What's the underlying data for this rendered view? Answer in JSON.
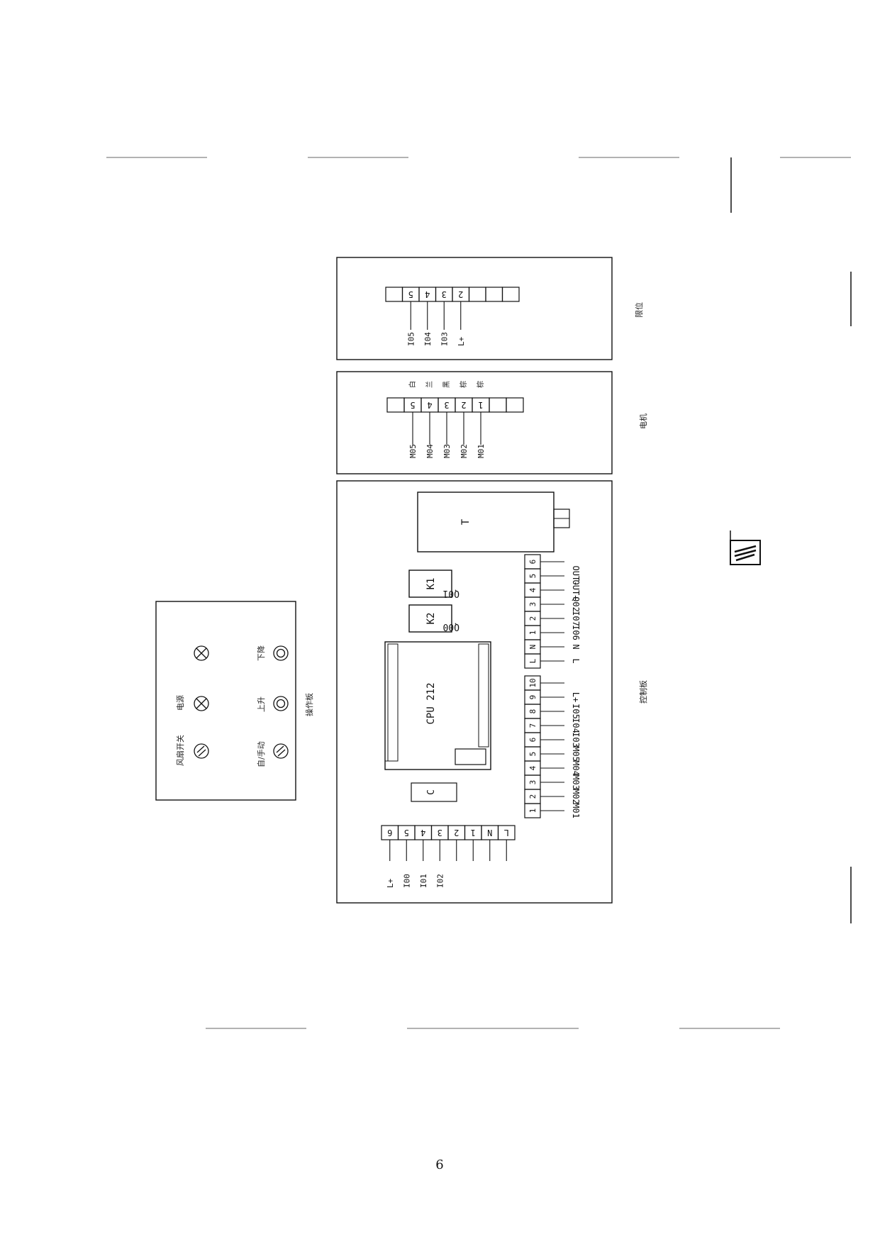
{
  "limit_panel": {
    "caption": "限位",
    "terminals": [
      "",
      "5",
      "4",
      "3",
      "2",
      "",
      "",
      ""
    ],
    "signals": [
      "I05",
      "I04",
      "I03",
      "L+"
    ]
  },
  "motor_panel": {
    "caption": "电机",
    "terminals": [
      "",
      "5",
      "4",
      "3",
      "2",
      "1",
      "",
      ""
    ],
    "wire_colors": [
      "白",
      "兰",
      "黑",
      "棕",
      "棕"
    ],
    "signals": [
      "M05",
      "M04",
      "M03",
      "M02",
      "M01"
    ]
  },
  "control_panel": {
    "caption": "控制板",
    "transformer": "T",
    "relay_k1": "K1",
    "relay_k2": "K2",
    "relay_k1_output": "Q01",
    "relay_k2_output": "Q00",
    "cpu": "CPU 212",
    "capacitor": "C",
    "upper_strip": {
      "terminals": [
        "L",
        "N",
        "1",
        "2",
        "3",
        "4",
        "5",
        "6"
      ],
      "signals": [
        "L",
        "N",
        "I06",
        "I07",
        "Q02",
        "OUT+",
        "OUT-",
        ""
      ]
    },
    "lower_strip": {
      "terminals": [
        "1",
        "2",
        "3",
        "4",
        "5",
        "6",
        "7",
        "8",
        "9",
        "10"
      ],
      "signals": [
        "M01",
        "M02",
        "M03",
        "M04",
        "M05",
        "I03",
        "I04",
        "I05",
        "L+",
        ""
      ]
    },
    "bottom_strip": {
      "terminals": [
        "L",
        "N",
        "1",
        "2",
        "3",
        "4",
        "5",
        "6"
      ],
      "signals": [
        "L+",
        "I00",
        "I01",
        "I02"
      ]
    }
  },
  "operation_panel": {
    "caption": "操作板",
    "fan_switch": "风扇开关",
    "power": "电源",
    "auto_manual": "自/手动",
    "up": "上升",
    "down": "下降"
  },
  "page_number": "6"
}
